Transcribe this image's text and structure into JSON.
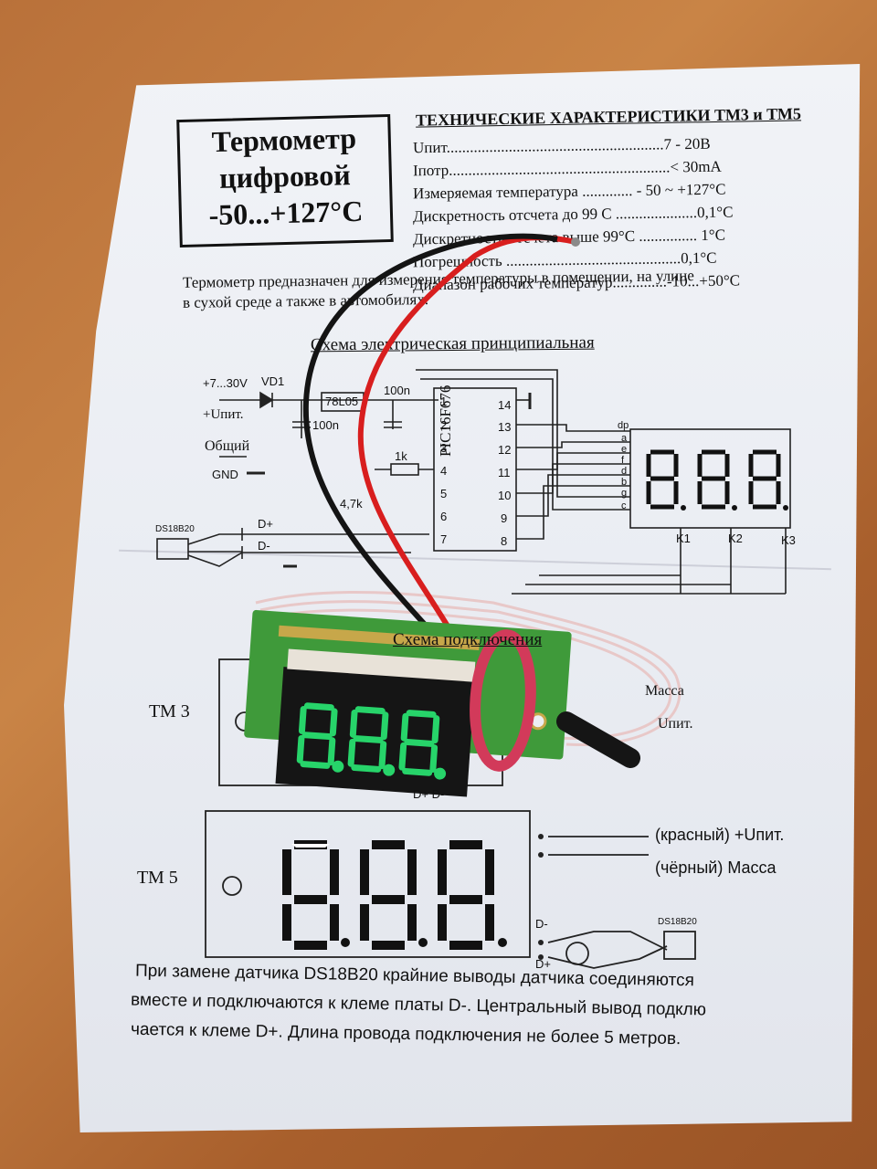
{
  "title": {
    "line1": "Термометр",
    "line2": "цифровой",
    "line3": "-50...+127°C"
  },
  "specs": {
    "heading": "ТЕХНИЧЕСКИЕ ХАРАКТЕРИСТИКИ ТМ3 и ТМ5",
    "rows": [
      "Uпит........................................................7 - 20В",
      "Iпотр.........................................................< 30mA",
      "Измеряемая температура ............. - 50 ~ +127°C",
      "Дискретность отсчета до 99 С .....................0,1°C",
      "Дискретность отсчета выше 99°C ............... 1°C",
      "Погрешность .............................................0,1°C",
      "Диапазон рабочих температур..............-10...+50°C"
    ]
  },
  "description": {
    "line1": "Термометр предназначен для измерения температуры в помещении, на улице",
    "line2": "в сухой среде а также в автомобилях."
  },
  "schematic": {
    "heading": "Схема электрическая принципиальная",
    "power_in": "+7...30V",
    "vd": "VD1",
    "upit": "+Uпит.",
    "common": "Общий",
    "gnd": "GND",
    "reg": "78L05",
    "cap1": "100n",
    "cap2": "100n",
    "res": "1k",
    "res2": "4,7k",
    "mcu": "PIC16F676",
    "sensor": "DS18B20",
    "dplus": "D+",
    "dminus": "D-",
    "k1": "K1",
    "k2": "K2",
    "k3": "K3",
    "segments": [
      "dp",
      "a",
      "e",
      "f",
      "d",
      "b",
      "g",
      "c"
    ],
    "pins_left": [
      "1",
      "2",
      "3",
      "4",
      "5",
      "6",
      "7"
    ],
    "pins_right": [
      "14",
      "13",
      "12",
      "11",
      "10",
      "9",
      "8"
    ]
  },
  "connection": {
    "heading": "Схема подключения",
    "tm3": "ТМ 3",
    "tm5": "ТМ 5",
    "red": "(красный) +Uпит.",
    "black": "(чёрный)  Масса",
    "sensor": "DS18B20",
    "dminus": "D-",
    "dplus": "D+",
    "tm3_mass": "Масса",
    "tm3_pit": "Uпит.",
    "board_dplus": "D+ D-"
  },
  "note": {
    "line1": "При замене датчика DS18B20  крайние выводы датчика соединяются",
    "line2": "вместе и подключаются к клеме платы D-.  Центральный вывод подклю",
    "line3": "чается к клеме D+. Длина провода подключения  не более 5 метров."
  },
  "colors": {
    "table": "#b9713a",
    "paper": "#eceef3",
    "led": "#27d46a",
    "pcb": "#3f9a3a",
    "wire_red": "#d81e1e",
    "wire_black": "#141414",
    "band": "#d23a5a"
  }
}
